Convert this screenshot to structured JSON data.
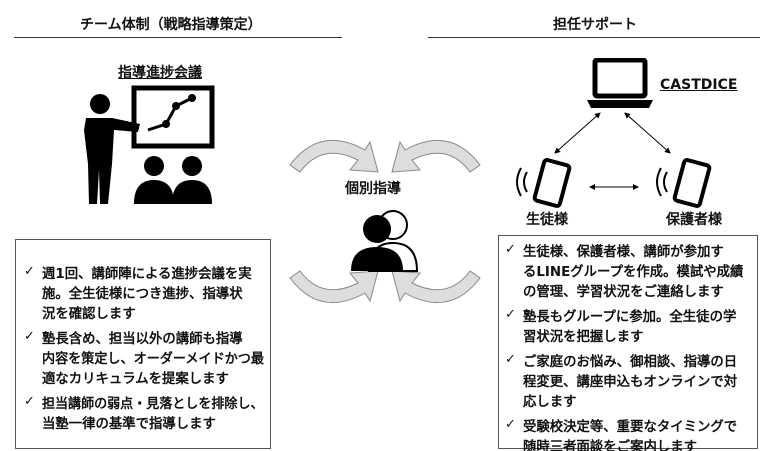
{
  "left": {
    "title": "チーム体制（戦略指導策定）",
    "meeting_label": "指導進捗会議",
    "items": [
      {
        "lines": [
          "週1回、講師陣による進捗会議を実",
          "施。全生徒様につき進捗、指導状",
          "況を確認します"
        ]
      },
      {
        "lines": [
          "塾長含め、担当以外の講師も指導",
          "内容を策定し、オーダーメイドかつ最",
          "適なカリキュラムを提案します"
        ]
      },
      {
        "lines": [
          "担当講師の弱点・見落としを排除し、",
          "当塾一律の基準で指導します"
        ]
      }
    ]
  },
  "center": {
    "label": "個別指導"
  },
  "right": {
    "title": "担任サポート",
    "system_label": "CASTDICE",
    "student_label": "生徒様",
    "guardian_label": "保護者様",
    "items": [
      {
        "lines": [
          "生徒様、保護者様、講師が参加す",
          "るLINEグループを作成。模試や成績",
          "の管理、学習状況をご連絡します"
        ]
      },
      {
        "lines": [
          "塾長もグループに参加。全生徒の学",
          "習状況を把握します"
        ]
      },
      {
        "lines": [
          "ご家庭のお悩み、御相談、指導の日",
          "程変更、講座申込もオンラインで対",
          "応します"
        ]
      },
      {
        "lines": [
          "受験校決定等、重要なタイミングで",
          "随時三者面談をご案内します"
        ]
      }
    ]
  },
  "check_mark": "✓"
}
